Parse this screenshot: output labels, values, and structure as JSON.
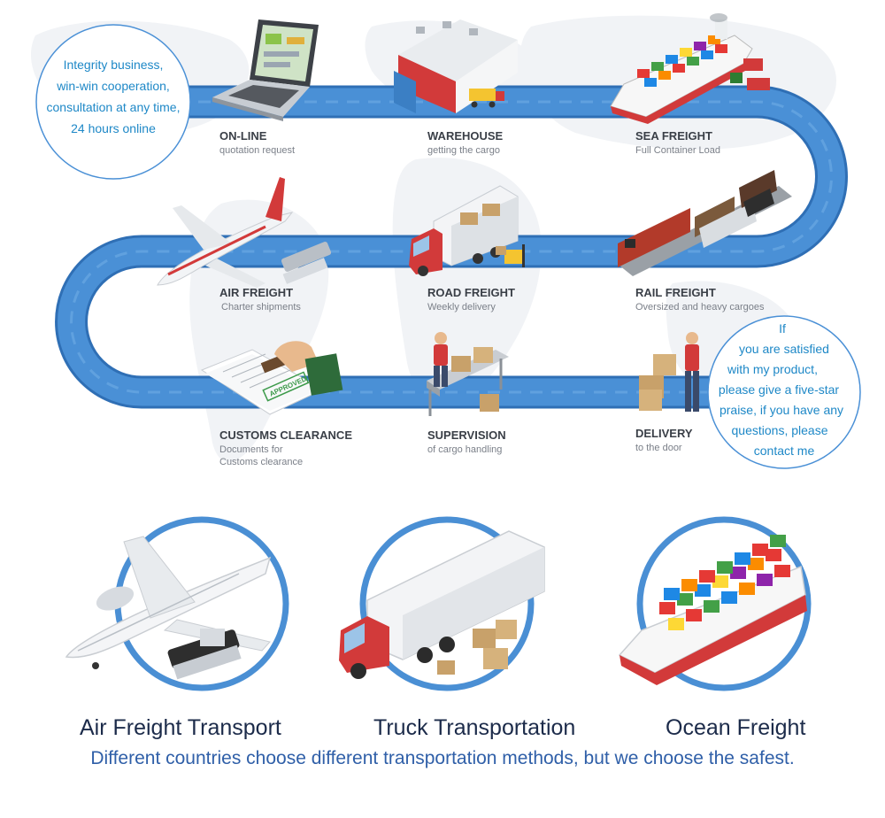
{
  "bubbles": {
    "top_left": {
      "lines": [
        "Integrity business,",
        "win-win cooperation,",
        "consultation at any time,",
        "24 hours online"
      ]
    },
    "right": {
      "lines": [
        "If",
        "you are satisfied",
        "with my product,",
        "please give a five-star",
        "praise, if you have any",
        "questions, please",
        "contact me"
      ]
    }
  },
  "stages": [
    {
      "title": "ON-LINE",
      "sub": [
        "quotation request"
      ]
    },
    {
      "title": "WAREHOUSE",
      "sub": [
        "getting the cargo"
      ]
    },
    {
      "title": "SEA FREIGHT",
      "sub": [
        "Full Container Load"
      ]
    },
    {
      "title": "AIR FREIGHT",
      "sub": [
        "Charter shipments"
      ]
    },
    {
      "title": "ROAD FREIGHT",
      "sub": [
        "Weekly delivery"
      ]
    },
    {
      "title": "RAIL FREIGHT",
      "sub": [
        "Oversized and  heavy cargoes"
      ]
    },
    {
      "title": "CUSTOMS CLEARANCE",
      "sub": [
        "Documents for",
        "Customs clearance"
      ]
    },
    {
      "title": "SUPERVISION",
      "sub": [
        "of cargo handling"
      ]
    },
    {
      "title": "DELIVERY",
      "sub": [
        "to the door"
      ]
    }
  ],
  "stamp_text": "APPROVED",
  "bottom": {
    "titles": [
      "Air Freight Transport",
      "Truck Transportation",
      "Ocean Freight"
    ],
    "tagline": "Different countries choose different transportation methods, but we choose the safest."
  },
  "colors": {
    "road": "#4a90d6",
    "road_edge": "#2f6fb5",
    "accent_text": "#1e88c7",
    "title_dark": "#1c2b4a",
    "tagline": "#2f5fa8"
  }
}
